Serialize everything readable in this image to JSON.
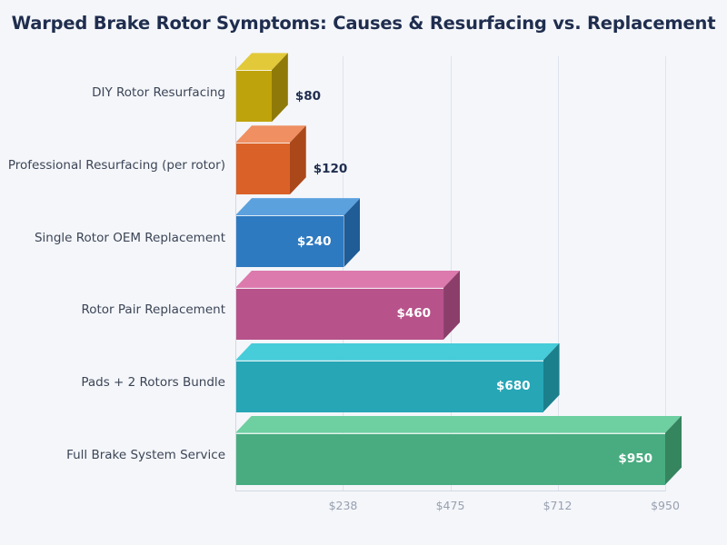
{
  "chart_data": {
    "type": "bar",
    "orientation": "horizontal",
    "style": "3d-bar",
    "title": "Warped Brake Rotor Symptoms: Causes & Resurfacing vs. Replacement",
    "xlabel": "",
    "ylabel": "",
    "categories": [
      "DIY Rotor Resurfacing",
      "Professional Resurfacing (per rotor)",
      "Single Rotor OEM Replacement",
      "Rotor Pair Replacement",
      "Pads + 2 Rotors Bundle",
      "Full Brake System Service"
    ],
    "values": [
      80,
      120,
      240,
      460,
      680,
      950
    ],
    "value_labels": [
      "$80",
      "$120",
      "$240",
      "$460",
      "$680",
      "$950"
    ],
    "xlim": [
      0,
      950
    ],
    "xticks": [
      238,
      475,
      712,
      950
    ],
    "xtick_labels": [
      "$238",
      "$475",
      "$712",
      "$950"
    ],
    "grid": "vertical",
    "legend": "none",
    "series": [
      {
        "name": "Cost",
        "values": [
          80,
          120,
          240,
          460,
          680,
          950
        ]
      }
    ],
    "bar_colors": [
      {
        "front": "#bfa30c",
        "top": "#e2c93a",
        "side": "#8f7a09"
      },
      {
        "front": "#da6228",
        "top": "#ef8f62",
        "side": "#ab481a"
      },
      {
        "front": "#2d7ac0",
        "top": "#5ba1de",
        "side": "#205c95"
      },
      {
        "front": "#b7528b",
        "top": "#dc79ad",
        "side": "#8c3e6a"
      },
      {
        "front": "#27a6b6",
        "top": "#47ccd9",
        "side": "#1c7f8c"
      },
      {
        "front": "#48ac80",
        "top": "#6ecfa1",
        "side": "#35855f"
      }
    ],
    "background_color": "#f4f6fa",
    "title_color": "#1f2d4e",
    "axis_label_color": "#3c4556",
    "tick_label_color": "#98a0b0",
    "grid_color": "#dfe3ec"
  }
}
